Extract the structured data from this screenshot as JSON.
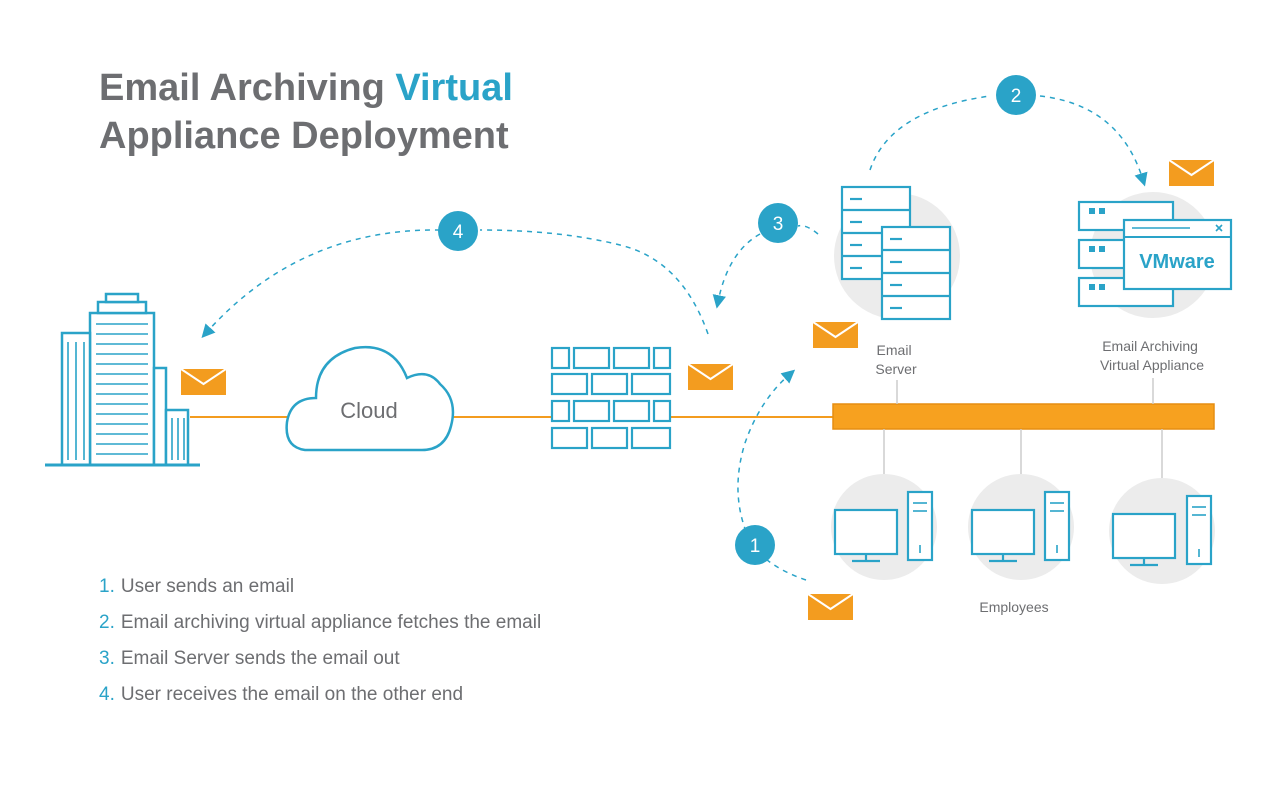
{
  "title": {
    "line1_prefix": "Email Archiving ",
    "line1_accent": "Virtual",
    "line2": "Appliance Deployment"
  },
  "nodes": {
    "cloud": "Cloud",
    "email_server": [
      "Email",
      "Server"
    ],
    "appliance": [
      "Email Archiving",
      "Virtual Appliance"
    ],
    "vmware": "VMware",
    "employees": "Employees"
  },
  "steps": [
    {
      "num": "1",
      "text": "User sends an email"
    },
    {
      "num": "2",
      "text": "Email archiving virtual appliance fetches the email"
    },
    {
      "num": "3",
      "text": "Email Server sends the email out"
    },
    {
      "num": "4",
      "text": "User receives the email on the other end"
    }
  ],
  "markers": {
    "m1": "1",
    "m2": "2",
    "m3": "3",
    "m4": "4"
  },
  "colors": {
    "blue": "#2aa3c8",
    "orange": "#f39c1f",
    "gray_circle": "#ececec",
    "text_gray": "#6d6e71",
    "bus": "#f7a11f"
  }
}
